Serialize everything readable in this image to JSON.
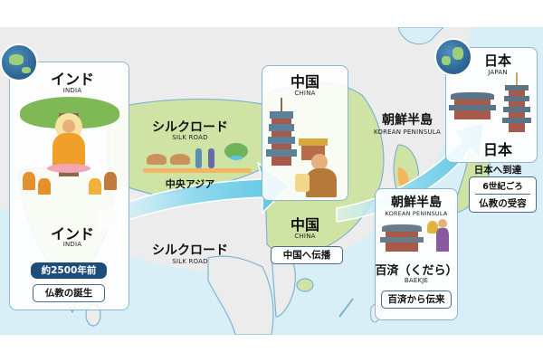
{
  "colors": {
    "background": "#ececec",
    "sea": "#d9eff7",
    "land_green": "#cfe3a4",
    "land_grey": "#ececec",
    "coast": "#7fb3cf",
    "card_border": "#8fb4cf",
    "arrow": "#7fd0e8",
    "badge_dark": "#1f4d7a",
    "route_orange": "#f3b562"
  },
  "india": {
    "title_jp": "インド",
    "title_en": "INDIA",
    "illustration": "buddha-under-bodhi-tree-icon",
    "label_jp": "インド",
    "label_en": "INDIA",
    "era_badge": "約2500年前",
    "caption": "仏教の誕生"
  },
  "silk_road_upper": {
    "title_jp": "シルクロード",
    "title_en": "SILK ROAD",
    "illustration": "camel-caravan-icon",
    "region": "中央アジア"
  },
  "silk_road_lower": {
    "title_jp": "シルクロード",
    "title_en": "SILK ROAD"
  },
  "china": {
    "title_jp": "中国",
    "title_en": "CHINA",
    "illustration": "pagoda-and-monk-icon",
    "label_jp": "中国",
    "label_en": "CHINA",
    "caption": "中国へ伝播"
  },
  "korea_map_label": {
    "title_jp": "朝鮮半島",
    "title_en": "KOREAN PENINSULA"
  },
  "korea": {
    "title_jp": "朝鮮半島",
    "title_en": "KOREAN PENINSULA",
    "illustration": "korean-temple-and-buddha-statue-icon",
    "label_jp": "百済（くだら）",
    "label_en": "BAEKJE",
    "caption": "百済から伝来"
  },
  "japan": {
    "title_jp": "日本",
    "title_en": "JAPAN",
    "illustration": "japanese-temple-and-pagoda-icon",
    "label_jp": "日本",
    "arrival": "日本へ到達",
    "era": "6世紀ごろ",
    "caption": "仏教の受容"
  }
}
